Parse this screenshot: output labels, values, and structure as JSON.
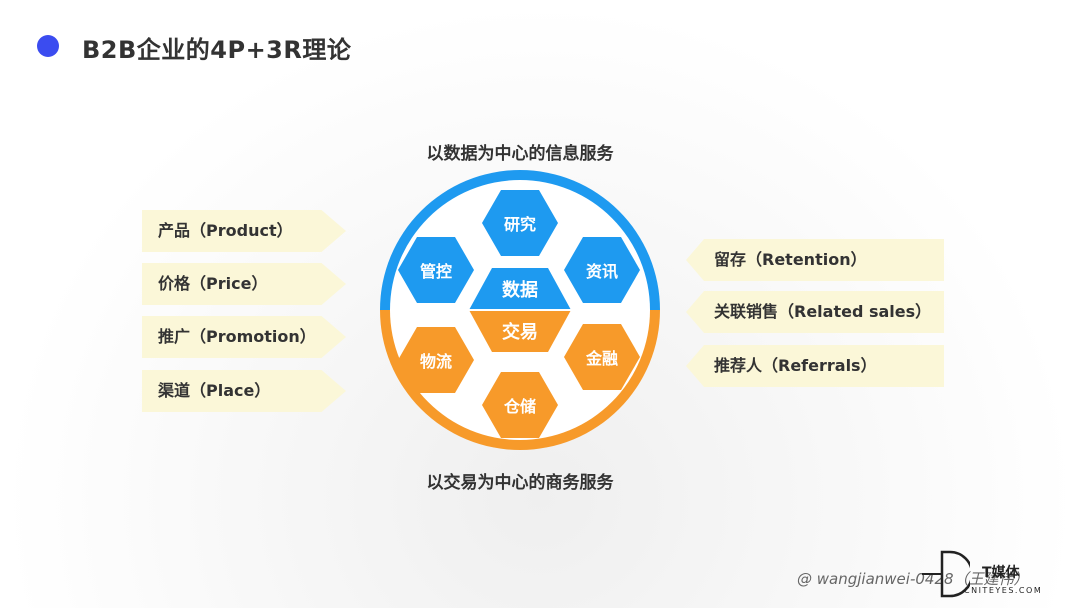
{
  "slide": {
    "title": "B2B企业的4P+3R理论",
    "top_caption": "以数据为中心的信息服务",
    "bottom_caption": "以交易为中心的商务服务"
  },
  "left_tags": [
    "产品（Product）",
    "价格（Price）",
    "推广（Promotion）",
    "渠道（Place）"
  ],
  "right_tags": [
    "留存（Retention）",
    "关联销售（Related sales）",
    "推荐人（Referrals）"
  ],
  "center": {
    "top": "数据",
    "bottom": "交易"
  },
  "info_hexes": [
    "研究",
    "管控",
    "资讯"
  ],
  "trade_hexes": [
    "物流",
    "金融",
    "仓储"
  ],
  "colors": {
    "info": "#1e9af0",
    "trade": "#f79a2a",
    "accent_dot": "#3b4cf0",
    "tag_bg": "#fbf7d8"
  },
  "watermark": {
    "handle": "@ wangjianwei-0428（王建伟）",
    "logo_text": "T媒体",
    "logo_sub": "CNITEYES.COM"
  }
}
